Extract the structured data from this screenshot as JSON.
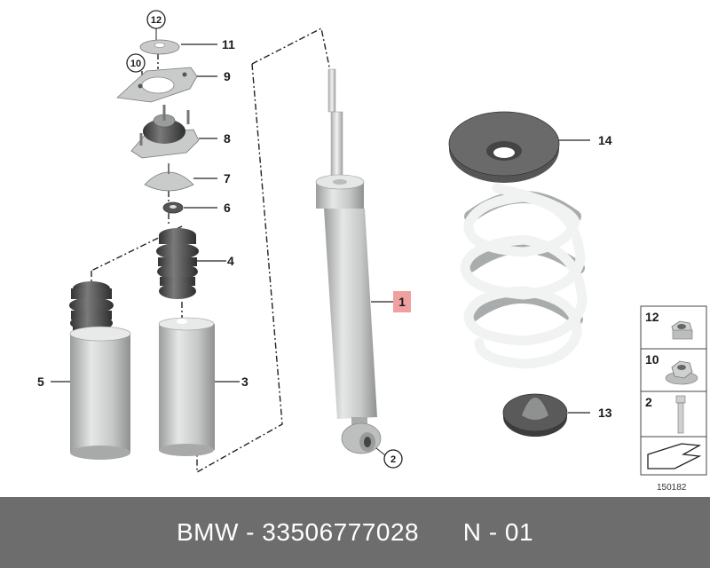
{
  "diagram": {
    "callouts": {
      "p1": "1",
      "p2": "2",
      "p3": "3",
      "p4": "4",
      "p5": "5",
      "p6": "6",
      "p7": "7",
      "p8": "8",
      "p9": "9",
      "p10": "10",
      "p11": "11",
      "p12": "12",
      "p13": "13",
      "p14": "14"
    },
    "legend": {
      "row1": "12",
      "row2": "10",
      "row3": "2"
    },
    "image_code": "150182",
    "highlight_color": "#f0a0a0",
    "part_fill": "#d2d4d4",
    "rubber_fill": "#555555"
  },
  "footer": {
    "brand": "BMW",
    "sep1": " - ",
    "part_number": "33506777028",
    "gap": "      ",
    "position_code": "N - 01"
  }
}
